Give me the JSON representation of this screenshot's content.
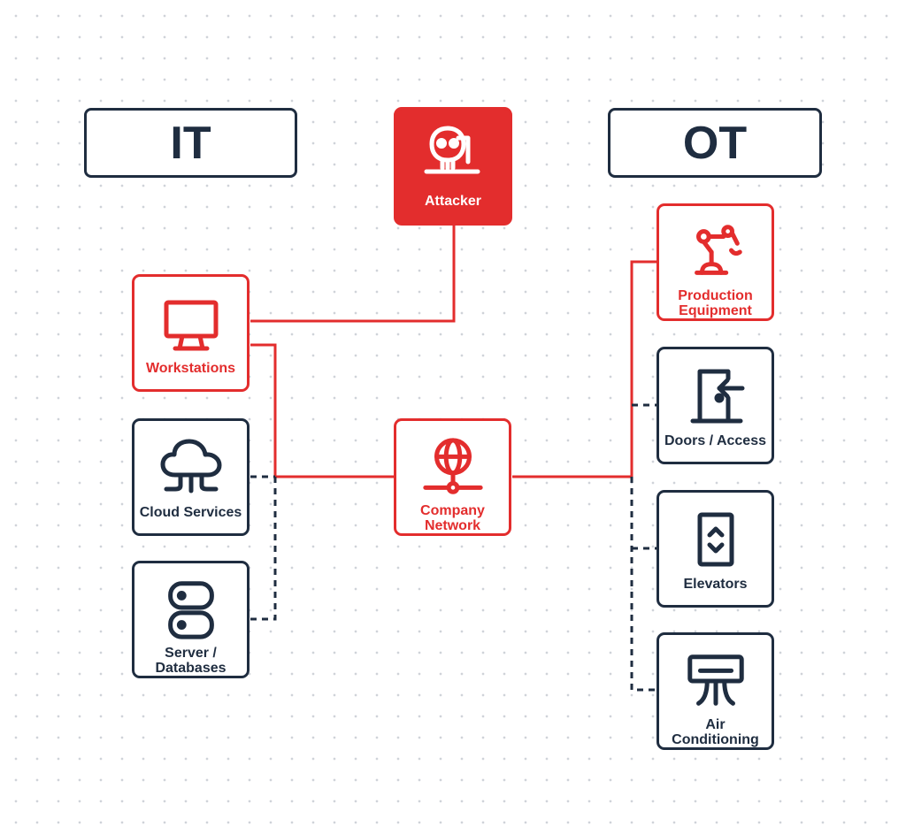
{
  "sections": {
    "it": "IT",
    "ot": "OT"
  },
  "nodes": {
    "attacker": "Attacker",
    "workstations": "Workstations",
    "cloud_services": "Cloud Services",
    "server_databases": "Server / Databases",
    "company_network": "Company Network",
    "production_equipment": "Production Equipment",
    "doors_access": "Doors / Access",
    "elevators": "Elevators",
    "air_conditioning": "Air Conditioning"
  },
  "colors": {
    "accent": "#e32d2d",
    "dark": "#1f2d40"
  }
}
